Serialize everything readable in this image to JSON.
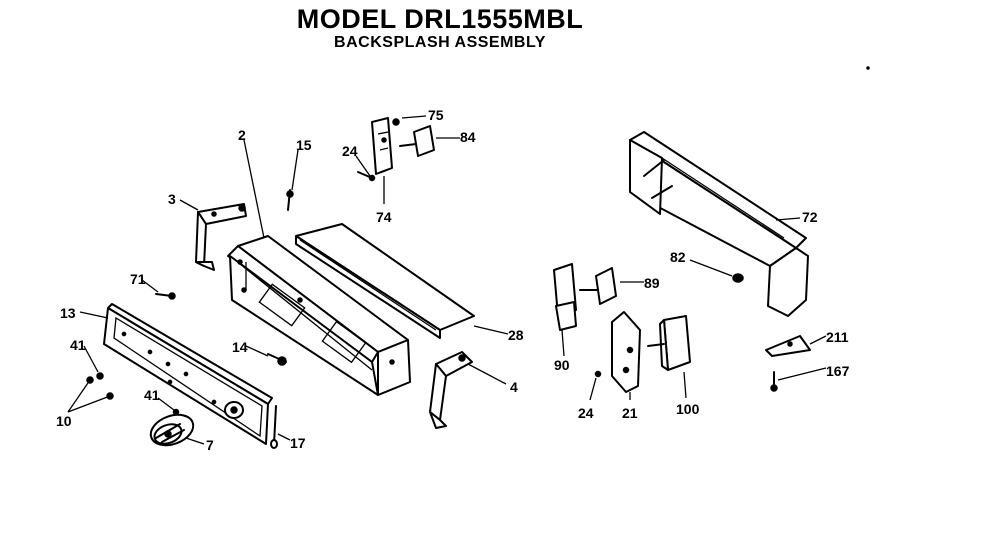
{
  "header": {
    "model_title": "MODEL DRL1555MBL",
    "assembly_title": "BACKSPLASH ASSEMBLY"
  },
  "parts": {
    "p2": "2",
    "p3": "3",
    "p4": "4",
    "p7": "7",
    "p10": "10",
    "p13": "13",
    "p14": "14",
    "p15": "15",
    "p17": "17",
    "p21": "21",
    "p24a": "24",
    "p24b": "24",
    "p28": "28",
    "p41a": "41",
    "p41b": "41",
    "p71": "71",
    "p72": "72",
    "p74": "74",
    "p75": "75",
    "p82": "82",
    "p84": "84",
    "p89": "89",
    "p90": "90",
    "p100": "100",
    "p167": "167",
    "p211": "211"
  }
}
